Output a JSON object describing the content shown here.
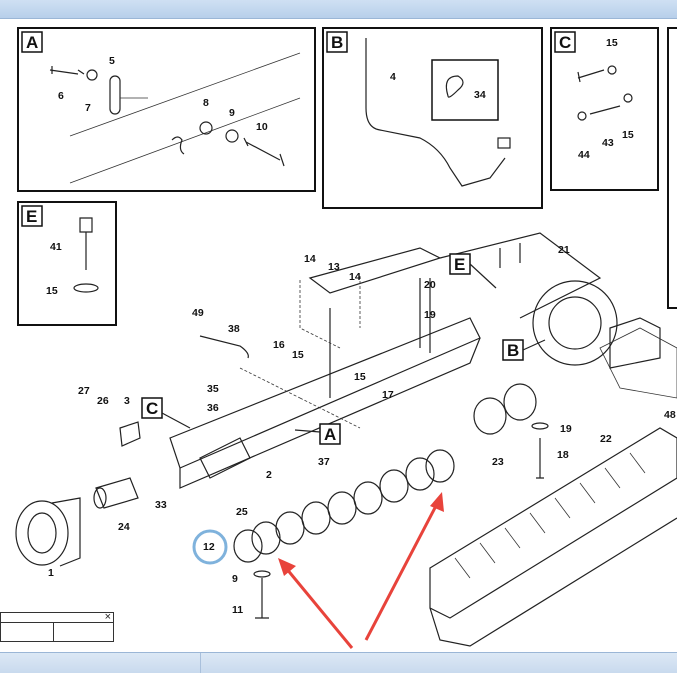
{
  "detail_boxes": {
    "A": "A",
    "B": "B",
    "C": "C",
    "E": "E"
  },
  "callouts": {
    "A": "A",
    "B": "B",
    "C": "C",
    "E": "E"
  },
  "part_numbers": {
    "p1": "1",
    "p2": "2",
    "p3": "3",
    "p4": "4",
    "p5": "5",
    "p6": "6",
    "p7": "7",
    "p8": "8",
    "p9a": "9",
    "p9b": "9",
    "p10": "10",
    "p11": "11",
    "p12": "12",
    "p13": "13",
    "p14a": "14",
    "p14b": "14",
    "p15a": "15",
    "p15b": "15",
    "p15c": "15",
    "p15d": "15",
    "p15e": "15",
    "p16": "16",
    "p17": "17",
    "p18": "18",
    "p19a": "19",
    "p19b": "19",
    "p20": "20",
    "p21": "21",
    "p22": "22",
    "p23": "23",
    "p24": "24",
    "p25": "25",
    "p26": "26",
    "p27": "27",
    "p33": "33",
    "p34": "34",
    "p35": "35",
    "p36": "36",
    "p37": "37",
    "p38": "38",
    "p41": "41",
    "p43": "43",
    "p44": "44",
    "p48": "48",
    "p49": "49"
  },
  "panel": {
    "close_glyph": "×"
  },
  "colors": {
    "arrow": "#e8433b",
    "highlight_circle": "#7fb2dc",
    "topbar": "#b7cfea"
  }
}
